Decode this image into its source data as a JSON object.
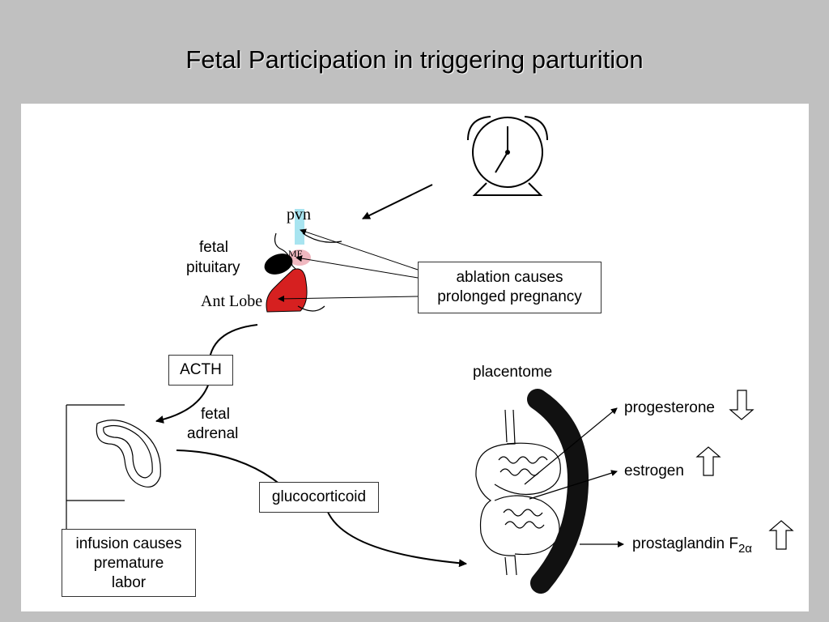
{
  "title": "Fetal Participation in triggering parturition",
  "labels": {
    "pvn": "pvn",
    "me": "ME",
    "fetal_pituitary_1": "fetal",
    "fetal_pituitary_2": "pituitary",
    "ant_lobe": "Ant Lobe",
    "ablation_line1": "ablation causes",
    "ablation_line2": "prolonged pregnancy",
    "acth": "ACTH",
    "fetal_adrenal_1": "fetal",
    "fetal_adrenal_2": "adrenal",
    "glucocorticoid": "glucocorticoid",
    "infusion_line1": "infusion causes",
    "infusion_line2": "premature",
    "infusion_line3": "labor",
    "placentome": "placentome",
    "progesterone": "progesterone",
    "estrogen": "estrogen",
    "prostaglandin": "prostaglandin F",
    "prostaglandin_sub": "2α"
  },
  "colors": {
    "background": "#c0c0c0",
    "panel": "#ffffff",
    "anterior_lobe": "#d62020",
    "posterior_lobe": "#000000",
    "pvn": "#a8e4f0",
    "median_eminence": "#f0b8c0"
  },
  "icons": [
    "alarm-clock-icon",
    "down-arrow-icon",
    "up-arrow-icon"
  ]
}
